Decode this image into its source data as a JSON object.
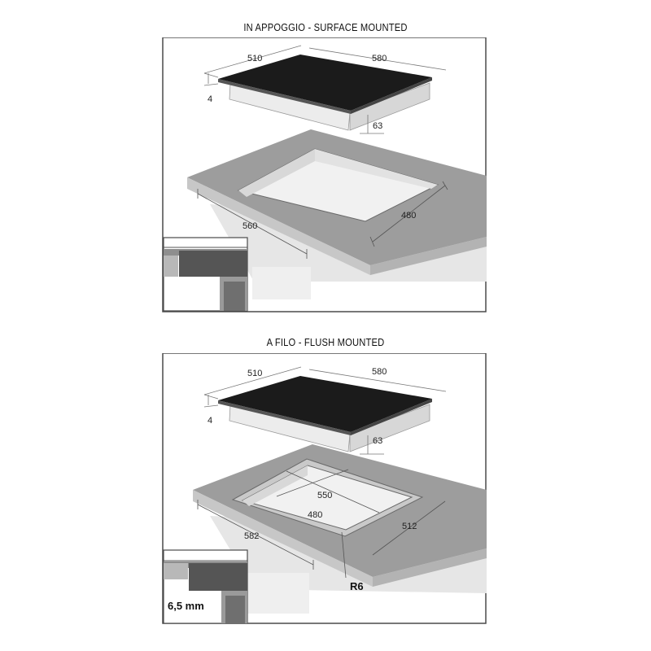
{
  "titles": {
    "surface": "IN APPOGGIO  - SURFACE MOUNTED",
    "flush": "A FILO - FLUSH MOUNTED"
  },
  "surface": {
    "hob_width": "510",
    "hob_depth": "580",
    "glass_thickness": "4",
    "hob_height": "63",
    "cutout_width": "560",
    "cutout_depth": "480"
  },
  "flush": {
    "hob_width": "510",
    "hob_depth": "580",
    "glass_thickness": "4",
    "hob_height": "63",
    "recess_width": "582",
    "recess_depth": "512",
    "cutout_width": "550",
    "cutout_depth": "480",
    "corner_radius": "R6",
    "rebate_depth": "6,5 mm"
  },
  "colors": {
    "glass": "#1b1b1b",
    "countertop": "#9a9a9a",
    "countertop_side": "#c8c8c8",
    "cabinet": "#e3e3e3",
    "frame": "#4a4a4a"
  }
}
